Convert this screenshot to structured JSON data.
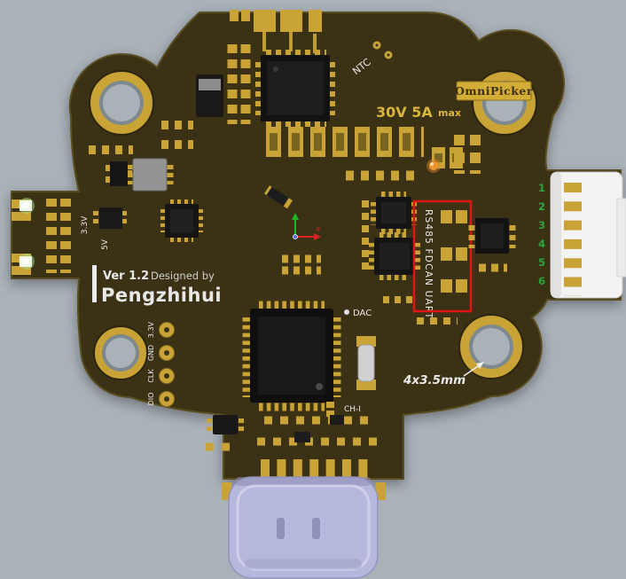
{
  "board": {
    "brand_plate": "OmniPicker",
    "power_rating": "30V 5A",
    "power_rating_suffix": "max",
    "ntc_label": "NTC",
    "version": "Ver 1.2",
    "designed_by": "Designed by",
    "designer": "Pengzhihui",
    "label_3v3": "3.3V",
    "label_5v": "5V",
    "interface_group_label": "RS485 FDCAN UART",
    "dac_label": "DAC",
    "ch1_label": "CH-I",
    "mounting_hole_note": "4x3.5mm",
    "origin_axis_label": "x",
    "prog_header_labels": [
      "3.3V",
      "GND",
      "CLK",
      "DIO"
    ],
    "connector_pin_numbers": [
      "1",
      "2",
      "3",
      "4",
      "5",
      "6"
    ]
  },
  "colors": {
    "background": "#a9b2b9",
    "board": "#3a3316",
    "pad_gold": "#c9a335",
    "silkscreen": "#e8e8e8",
    "annotation_red": "#e01414",
    "pin_number_green": "#2fa43c",
    "status_led_orange": "#e2882c",
    "usb_connector": "#b6b7dd",
    "label_yellow": "#d8b63e"
  }
}
